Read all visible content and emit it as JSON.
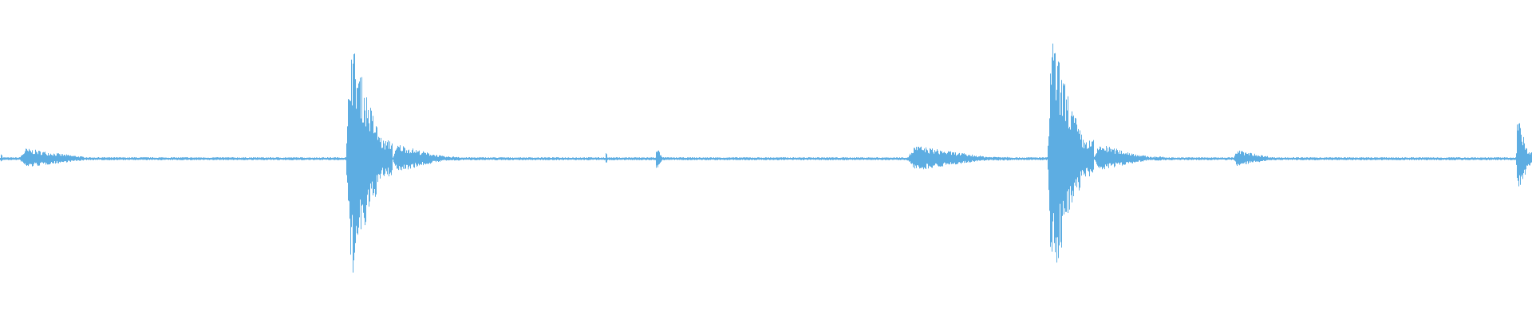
{
  "waveform": {
    "color": "#5dade2",
    "background": "#ffffff",
    "baseline_amplitude": 0.01,
    "events": [
      {
        "label": "lead-in-blip",
        "start": 0.0,
        "end": 0.002,
        "peak_up": 0.06,
        "peak_down": 0.04
      },
      {
        "label": "early-murmur",
        "start": 0.012,
        "end": 0.07,
        "peak_up": 0.07,
        "peak_down": 0.06
      },
      {
        "label": "first-transient",
        "start": 0.226,
        "end": 0.256,
        "peak_up": 0.83,
        "peak_down": 0.84
      },
      {
        "label": "first-tail",
        "start": 0.256,
        "end": 0.3,
        "peak_up": 0.1,
        "peak_down": 0.09
      },
      {
        "label": "tick-a",
        "start": 0.395,
        "end": 0.397,
        "peak_up": 0.08,
        "peak_down": 0.07
      },
      {
        "label": "tick-b",
        "start": 0.428,
        "end": 0.433,
        "peak_up": 0.1,
        "peak_down": 0.09
      },
      {
        "label": "mid-murmur",
        "start": 0.592,
        "end": 0.66,
        "peak_up": 0.09,
        "peak_down": 0.08
      },
      {
        "label": "second-transient",
        "start": 0.684,
        "end": 0.714,
        "peak_up": 0.84,
        "peak_down": 0.85
      },
      {
        "label": "second-tail",
        "start": 0.714,
        "end": 0.76,
        "peak_up": 0.1,
        "peak_down": 0.08
      },
      {
        "label": "late-murmur",
        "start": 0.805,
        "end": 0.84,
        "peak_up": 0.06,
        "peak_down": 0.05
      },
      {
        "label": "end-transient",
        "start": 0.99,
        "end": 1.0,
        "peak_up": 0.3,
        "peak_down": 0.3
      }
    ]
  }
}
